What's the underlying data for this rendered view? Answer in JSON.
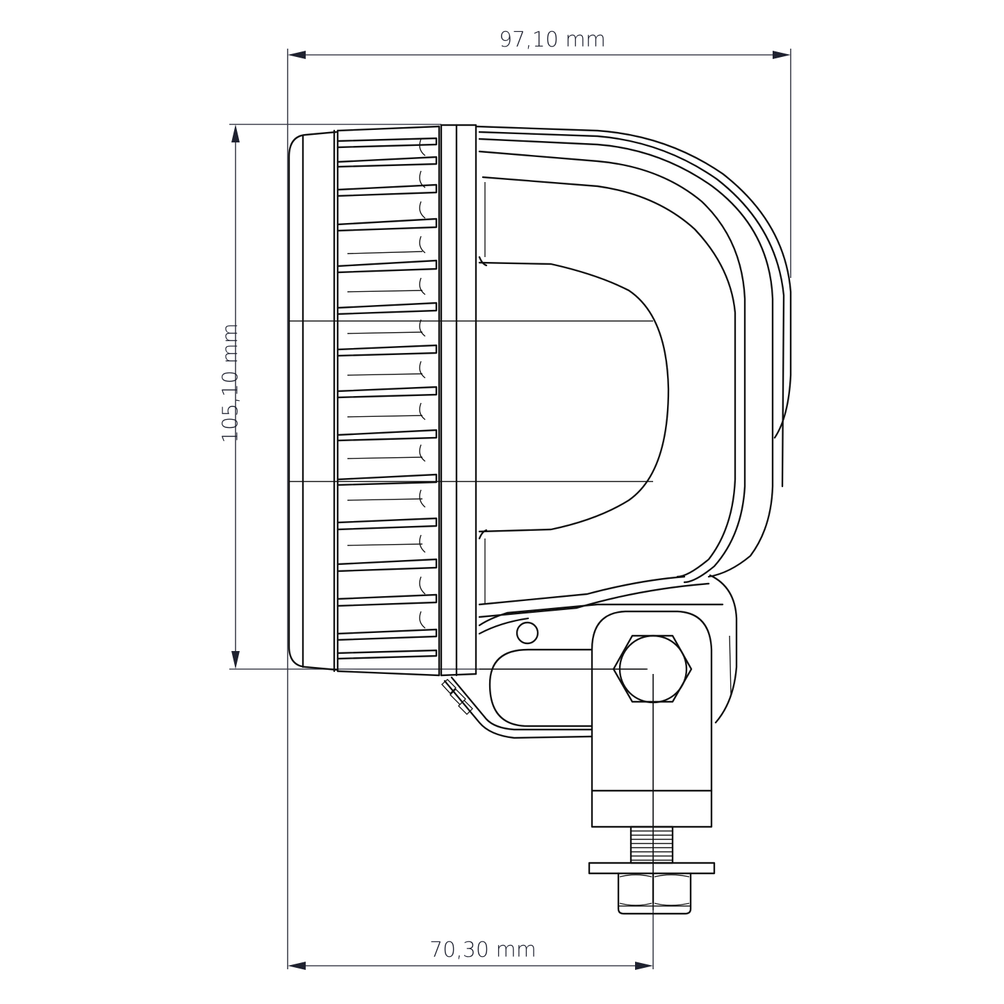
{
  "drawing": {
    "subject": "work light side view with mounting bracket",
    "line_color": "#111111",
    "dimension_color": "#1f2230",
    "background": "#ffffff"
  },
  "dimensions": {
    "overall_depth": {
      "label": "97,10 mm",
      "orientation": "horizontal",
      "position": "top"
    },
    "overall_height": {
      "label": "105,10 mm",
      "orientation": "vertical",
      "position": "left"
    },
    "front_to_mount_axis": {
      "label": "70,30 mm",
      "orientation": "horizontal",
      "position": "bottom"
    }
  },
  "parts": [
    {
      "name": "front-lens-bezel"
    },
    {
      "name": "cooling-fins"
    },
    {
      "name": "housing-ring"
    },
    {
      "name": "rear-housing"
    },
    {
      "name": "mount-bracket"
    },
    {
      "name": "hex-bolt"
    },
    {
      "name": "threaded-stud"
    },
    {
      "name": "washer"
    },
    {
      "name": "hex-nut"
    }
  ]
}
